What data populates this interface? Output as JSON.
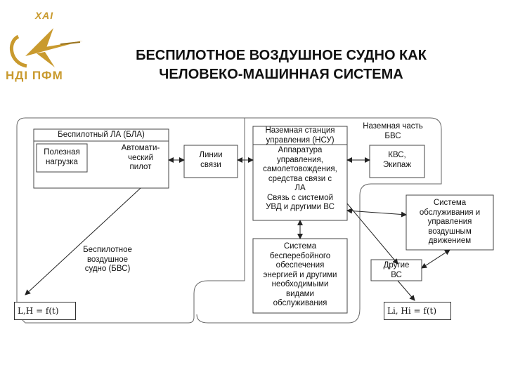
{
  "logo": {
    "top_text": "ХАІ",
    "bottom_text": "НДІ ПФМ"
  },
  "title": {
    "line1": "БЕСПИЛОТНОЕ ВОЗДУШНОЕ СУДНО КАК",
    "line2": "ЧЕЛОВЕКО-МАШИННАЯ СИСТЕМА"
  },
  "diagram": {
    "bla_header": "Беспилотный ЛА (БЛА)",
    "payload": [
      "Полезная",
      "нагрузка"
    ],
    "autopilot": [
      "Автомати-",
      "ческий",
      "пилот"
    ],
    "links": [
      "Линии",
      "связи"
    ],
    "nsu_header": [
      "Наземная станция",
      "управления (НСУ)"
    ],
    "nsu_body": [
      "Аппаратура",
      "управления,",
      "самолетовождения,",
      "средства связи с",
      "ЛА",
      "Связь с системой",
      "УВД и другими ВС"
    ],
    "ground_part": [
      "Наземная часть",
      "БВС"
    ],
    "crew": [
      "КВС,",
      "Экипаж"
    ],
    "atm": [
      "Система",
      "обслуживания и",
      "управления",
      "воздушным",
      "движением"
    ],
    "support": [
      "Система",
      "бесперебойного",
      "обеспечения",
      "энергией и другими",
      "необходимыми",
      "видами",
      "обслуживания"
    ],
    "bvs_label": [
      "Беспилотное",
      "воздушное",
      "судно (БВС)"
    ],
    "other_aircraft": [
      "Другие",
      "ВС"
    ],
    "formula_left": "L,H = f(t)",
    "formula_right": "Li, Hi = f(t)"
  }
}
